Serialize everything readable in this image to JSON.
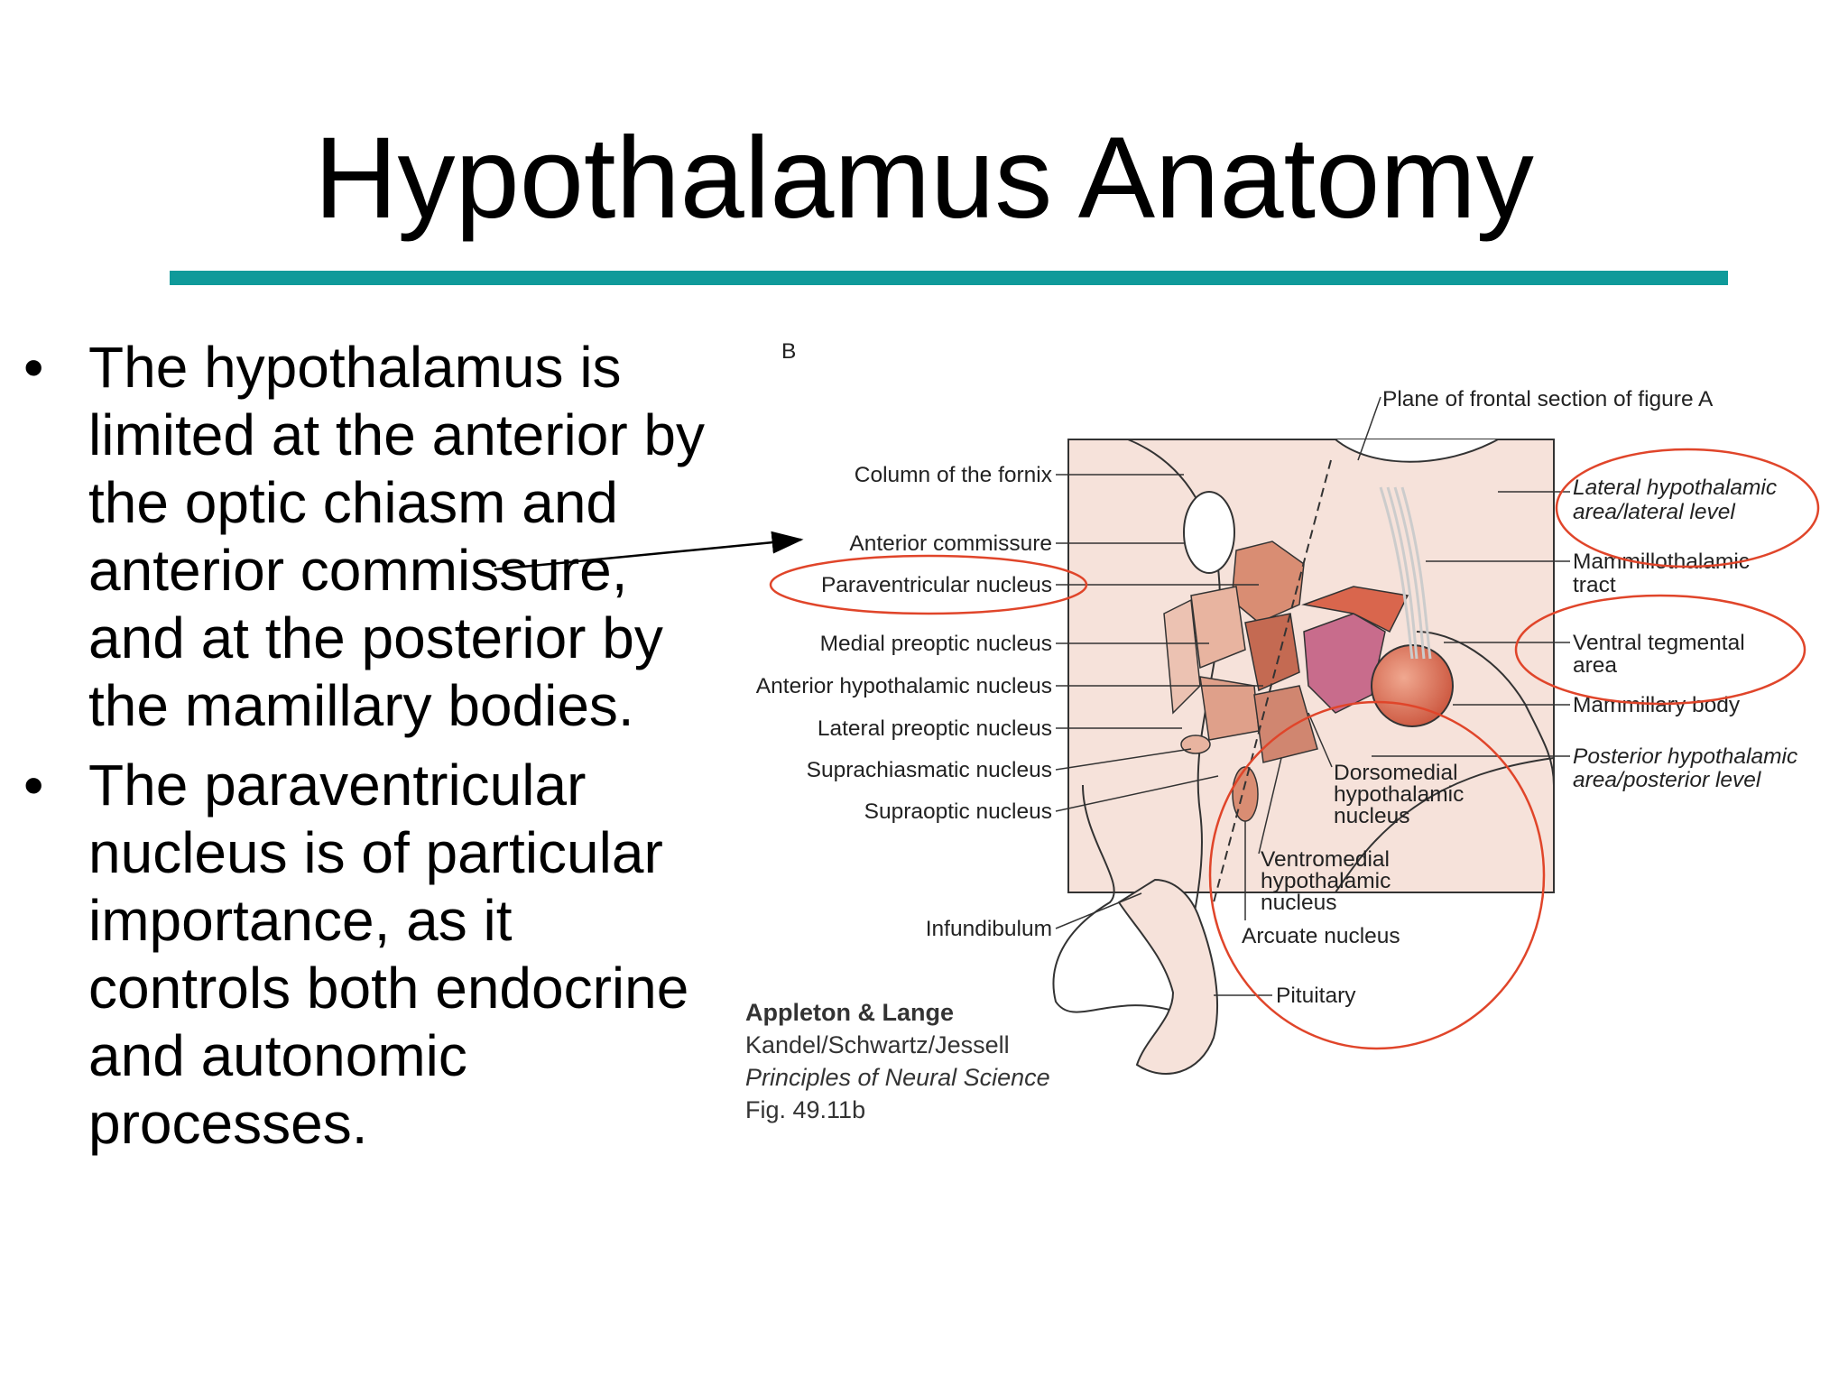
{
  "slide": {
    "title": "Hypothalamus Anatomy",
    "accent_color": "#0f9a9a",
    "bullets": [
      "The hypothalamus is limited at the anterior by the optic chiasm and anterior commissure, and at the posterior by the mamillary bodies.",
      "The paraventricular nucleus is of particular importance, as it controls both endocrine and autonomic processes."
    ],
    "bullet_glyph": "•"
  },
  "figure": {
    "panel_letter": "B",
    "left_labels": [
      "Column of the fornix",
      "Anterior commissure",
      "Paraventricular nucleus",
      "Medial preoptic nucleus",
      "Anterior hypothalamic nucleus",
      "Lateral preoptic nucleus",
      "Suprachiasmatic nucleus",
      "Supraoptic nucleus",
      "Infundibulum"
    ],
    "top_label": "Plane of frontal section of figure A",
    "right_labels": [
      {
        "lines": [
          "Lateral hypothalamic",
          "area/lateral level"
        ],
        "italic": true
      },
      {
        "lines": [
          "Mammillothalamic",
          "tract"
        ],
        "italic": false
      },
      {
        "lines": [
          "Ventral tegmental",
          "area"
        ],
        "italic": false
      },
      {
        "lines": [
          "Mammillary body"
        ],
        "italic": false
      },
      {
        "lines": [
          "Posterior hypothalamic",
          "area/posterior level"
        ],
        "italic": true
      }
    ],
    "inner_labels": [
      {
        "lines": [
          "Dorsomedial",
          "hypothalamic",
          "nucleus"
        ]
      },
      {
        "lines": [
          "Ventromedial",
          "hypothalamic",
          "nucleus"
        ]
      },
      {
        "lines": [
          "Arcuate nucleus"
        ]
      },
      {
        "lines": [
          "Pituitary"
        ]
      }
    ],
    "citation": {
      "publisher": "Appleton & Lange",
      "authors": "Kandel/Schwartz/Jessell",
      "book": "Principles of Neural Science",
      "figure_ref": "Fig. 49.11b"
    },
    "highlight_color": "#e0452a",
    "colors": {
      "tissue": "#f6e2da",
      "nucleus_light": "#e8b4a0",
      "nucleus_mid": "#d98d73",
      "nucleus_dark": "#c46a52",
      "dorsomedial": "#c86c8c",
      "mammillary": "#d9664d"
    }
  }
}
